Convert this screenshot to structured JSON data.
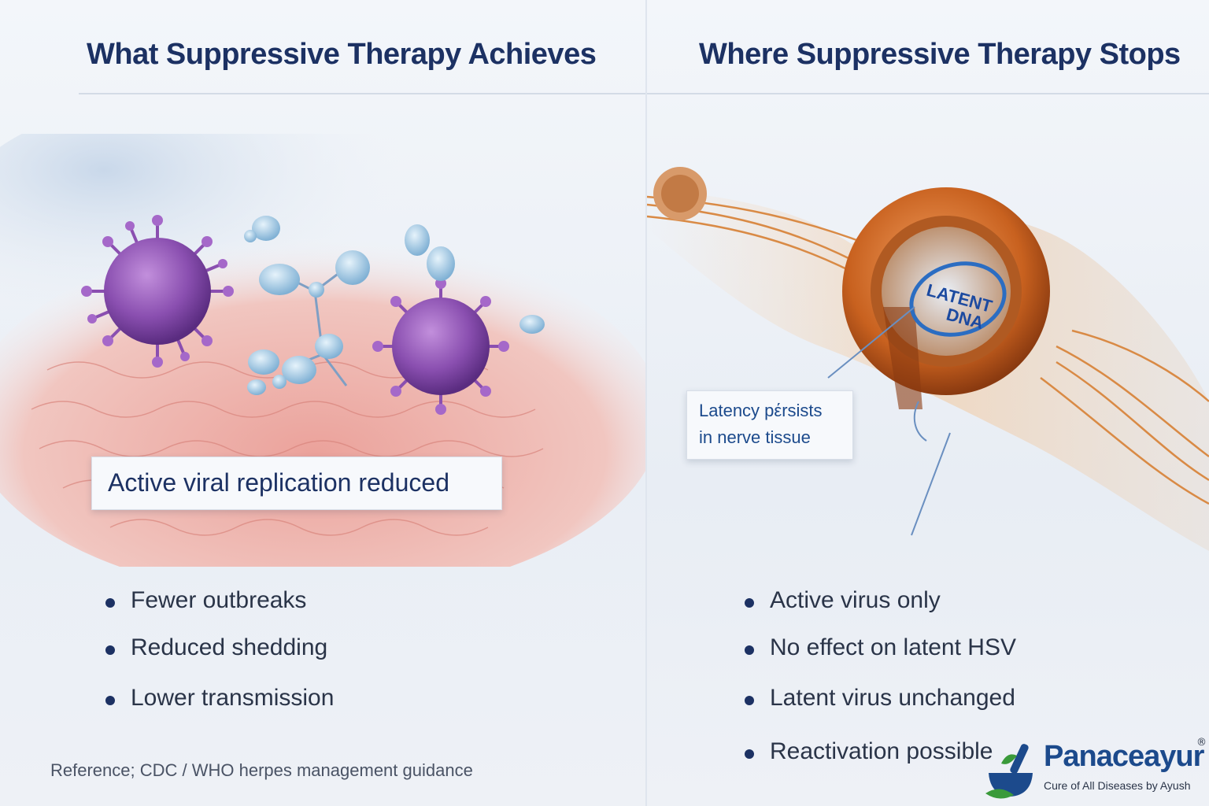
{
  "left": {
    "title": "What Suppressive Therapy Achieves",
    "callout": "Active viral replication reduced",
    "bullets": [
      "Fewer outbreaks",
      "Reduced shedding",
      "Lower transmission"
    ]
  },
  "right": {
    "title": "Where Suppressive Therapy Stops",
    "dna_label_line1": "LATENT",
    "dna_label_line2": "DNA",
    "callout_line1": "Latency pέrsists",
    "callout_line2": "in nerve tissue",
    "bullets": [
      "Active virus only",
      "No effect on latent HSV",
      "Latent virus unchanged",
      "Reactivation possible"
    ]
  },
  "reference": "Reference; CDC / WHO herpes management guidance",
  "logo": {
    "brand": "Panaceayur",
    "registered": "®",
    "tagline": "Cure of All Diseases by Ayush"
  },
  "colors": {
    "title": "#1c3163",
    "virus": "#8a4fb0",
    "antibody": "#9cc6e0",
    "skin": "#e8a5a0",
    "nerve": "#d98a45",
    "cell_body": "#c8611f",
    "logo_blue": "#1c4a8c",
    "logo_green": "#3a9a3a"
  }
}
